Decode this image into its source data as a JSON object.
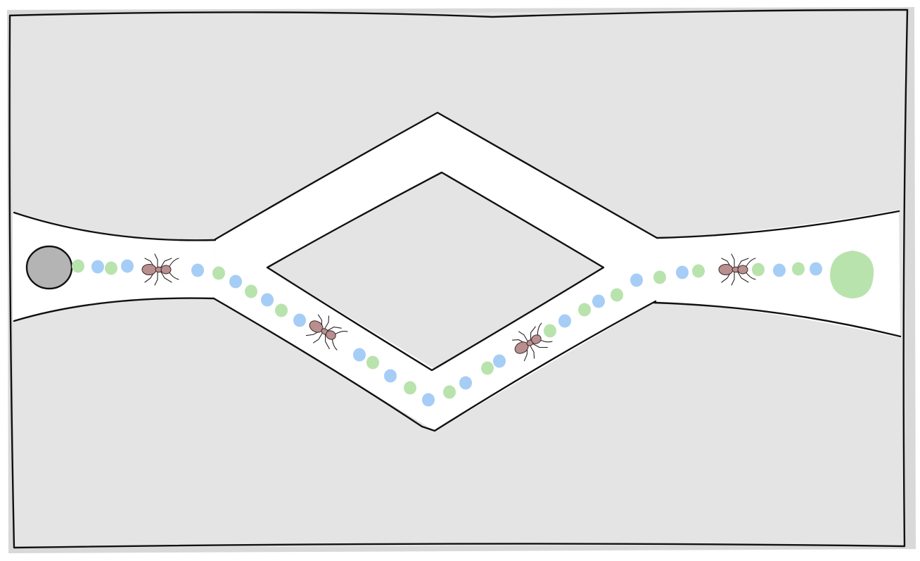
{
  "diagram": {
    "colors": {
      "ground": "#e4e4e4",
      "ground_shadow": "#d9d9d9",
      "path": "#ffffff",
      "outline": "#111111",
      "nest": "#b4b4b4",
      "food": "#b9e3ac",
      "ant_body": "#b98e8e",
      "pheromone_blue": "#a6cdf6",
      "pheromone_green": "#b9e3ac"
    },
    "nodes": [
      {
        "role": "nest",
        "shape": "circle",
        "color": "grey"
      },
      {
        "role": "food",
        "shape": "blob",
        "color": "green"
      }
    ],
    "routes": [
      {
        "name": "upper-branch",
        "pheromone": "none",
        "ants": 0
      },
      {
        "name": "lower-branch",
        "pheromone": "dense-blue-green",
        "ants": 2
      }
    ],
    "ants_total": 4,
    "icons": [
      "ant-icon",
      "nest-icon",
      "food-icon",
      "pheromone-dot"
    ],
    "labels": []
  }
}
